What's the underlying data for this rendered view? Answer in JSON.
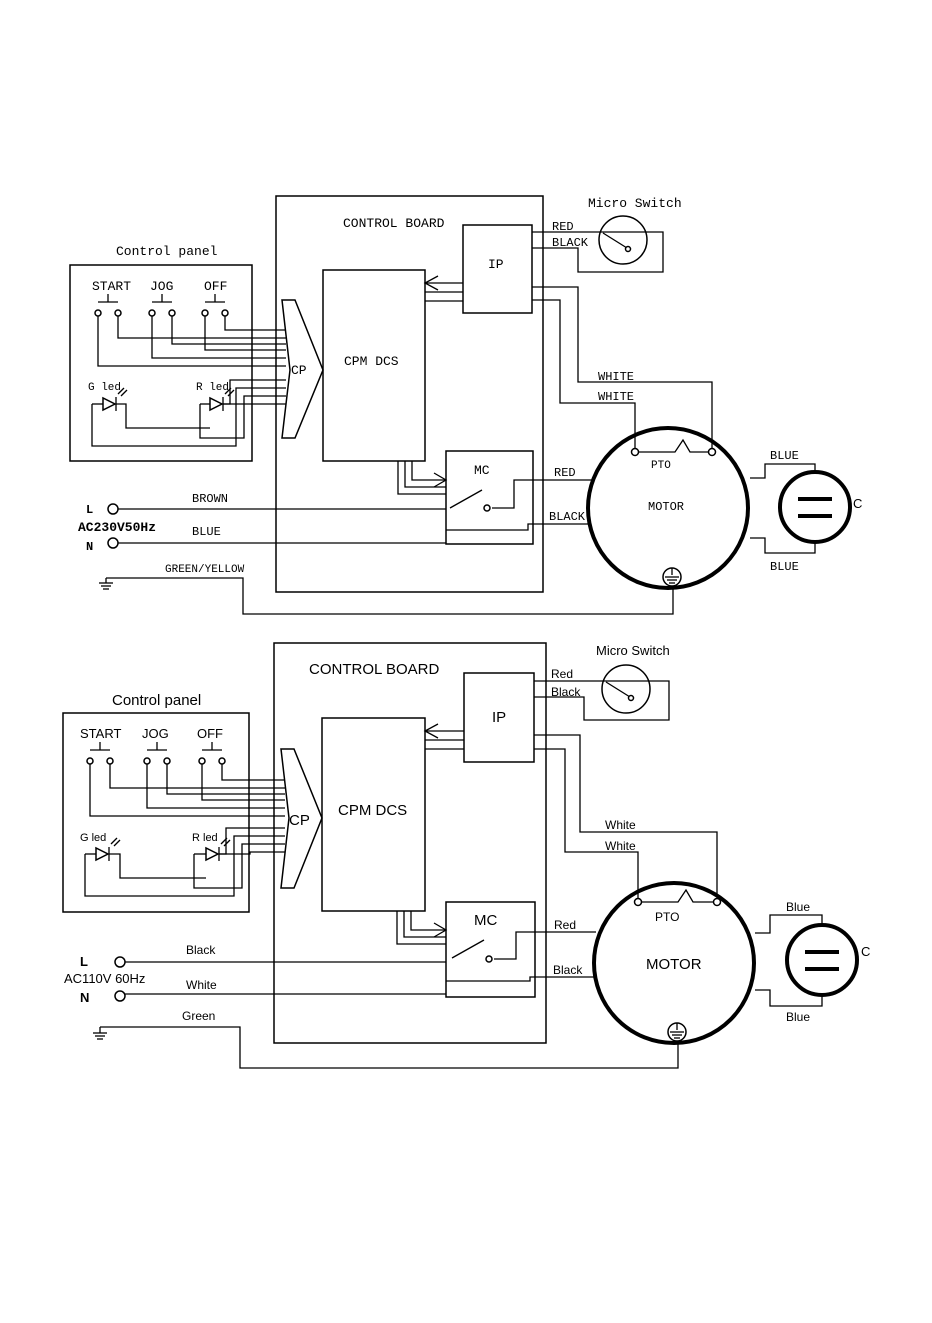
{
  "top": {
    "control_board": "CONTROL BOARD",
    "control_panel": "Control panel",
    "micro_switch": "Micro Switch",
    "start": "START",
    "jog": "JOG",
    "off": "OFF",
    "g_led": "G led",
    "r_led": "R led",
    "cp": "CP",
    "cpm": "CPM DCS",
    "ip": "IP",
    "mc": "MC",
    "pto": "PTO",
    "motor": "MOTOR",
    "cap": "C",
    "wire_red_ip": "RED",
    "wire_black_ip": "BLACK",
    "wire_white1": "WHITE",
    "wire_white2": "WHITE",
    "wire_red_mc": "RED",
    "wire_black_mc": "BLACK",
    "wire_blue_top": "BLUE",
    "wire_blue_bot": "BLUE",
    "wire_l": "BROWN",
    "wire_n": "BLUE",
    "wire_ground": "GREEN/YELLOW",
    "term_l": "L",
    "term_n": "N",
    "supply": "AC230V50Hz"
  },
  "bottom": {
    "control_board": "CONTROL BOARD",
    "control_panel": "Control panel",
    "micro_switch": "Micro Switch",
    "start": "START",
    "jog": "JOG",
    "off": "OFF",
    "g_led": "G led",
    "r_led": "R led",
    "cp": "CP",
    "cpm": "CPM DCS",
    "ip": "IP",
    "mc": "MC",
    "pto": "PTO",
    "motor": "MOTOR",
    "cap": "C",
    "wire_red_ip": "Red",
    "wire_black_ip": "Black",
    "wire_white1": "White",
    "wire_white2": "White",
    "wire_red_mc": "Red",
    "wire_black_mc": "Black",
    "wire_blue_top": "Blue",
    "wire_blue_bot": "Blue",
    "wire_l": "Black",
    "wire_n": "White",
    "wire_ground": "Green",
    "term_l": "L",
    "term_n": "N",
    "supply": "AC110V 60Hz"
  }
}
